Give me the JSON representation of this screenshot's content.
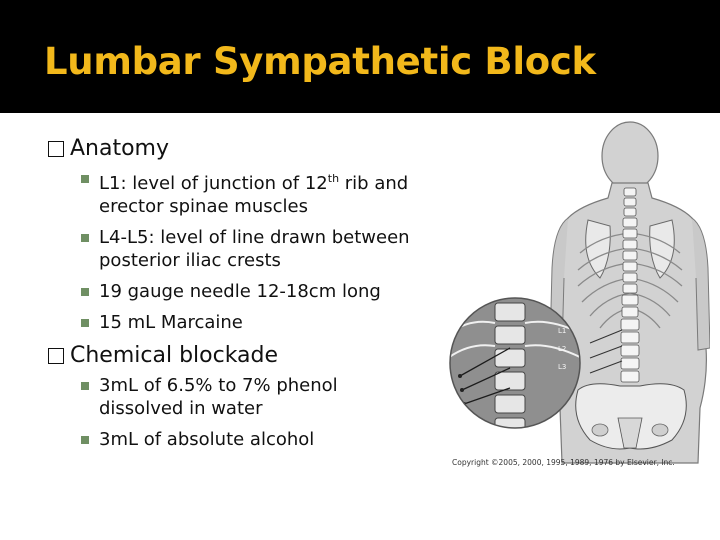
{
  "slide": {
    "title": "Lumbar Sympathetic Block",
    "sections": [
      {
        "heading": "Anatomy",
        "bullets": [
          {
            "pre": "L1: level of junction of 12",
            "sup": "th",
            "post": " rib and erector spinae muscles"
          },
          {
            "pre": "L4-L5: level of line drawn between posterior iliac crests",
            "sup": "",
            "post": ""
          },
          {
            "pre": "19 gauge needle 12-18cm long",
            "sup": "",
            "post": ""
          },
          {
            "pre": "15 mL Marcaine",
            "sup": "",
            "post": ""
          }
        ]
      },
      {
        "heading": "Chemical blockade",
        "bullets": [
          {
            "pre": "3mL of 6.5% to 7% phenol dissolved in water",
            "sup": "",
            "post": ""
          },
          {
            "pre": "3mL of absolute alcohol",
            "sup": "",
            "post": ""
          }
        ]
      }
    ],
    "figure": {
      "inset_labels": [
        "L1",
        "L2",
        "L3"
      ],
      "caption": "Copyright ©2005, 2000, 1995, 1989, 1976 by Elsevier, Inc."
    }
  },
  "colors": {
    "title_bar": "#000000",
    "title_text": "#f2b81b",
    "bullet_square": "#6f8f63"
  }
}
